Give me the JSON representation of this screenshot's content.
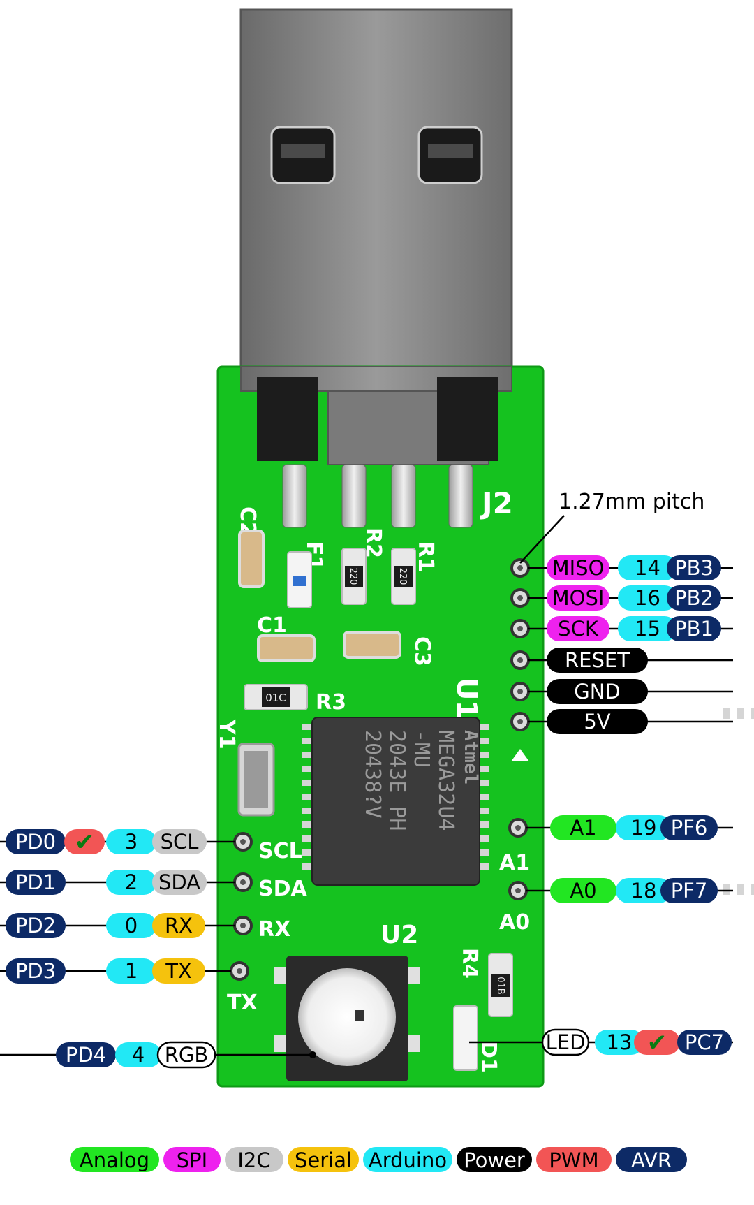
{
  "colors": {
    "analog": "#22e622",
    "spi": "#ee22ee",
    "i2c": "#c8c8c8",
    "serial": "#f5c20d",
    "arduino": "#22e8f5",
    "power": "#000000",
    "pwm": "#f25555",
    "avr": "#0d2a66",
    "pcb": "#15c21f",
    "silkscreen": "#ffffff",
    "usb_metal": "#8a8a8a"
  },
  "pitch_note": "1.27mm pitch",
  "silkscreen": {
    "C2": "C2",
    "F1": "F1",
    "R2": "R2",
    "R1": "R1",
    "J2": "J2",
    "C1": "C1",
    "C3": "C3",
    "R3": "R3",
    "Y1": "Y1",
    "U1": "U1",
    "U2": "U2",
    "R4": "R4",
    "D1": "D1",
    "SCL": "SCL",
    "SDA": "SDA",
    "RX": "RX",
    "TX": "TX",
    "A1": "A1",
    "A0": "A0"
  },
  "chip_text": {
    "line1": "MEGA32U4",
    "line2": "-MU",
    "line3": "2043E  PH",
    "line4": "20438?V",
    "brand": "Atmel"
  },
  "resistor_codes": {
    "R2": "220",
    "R1": "220",
    "R3": "01C",
    "R4": "01B"
  },
  "right_top_pins": [
    {
      "func": "MISO",
      "func_type": "spi",
      "num": "14",
      "avr": "PB3"
    },
    {
      "func": "MOSI",
      "func_type": "spi",
      "num": "16",
      "avr": "PB2"
    },
    {
      "func": "SCK",
      "func_type": "spi",
      "num": "15",
      "avr": "PB1"
    },
    {
      "func": "RESET",
      "func_type": "power",
      "num": "",
      "avr": ""
    },
    {
      "func": "GND",
      "func_type": "power",
      "num": "",
      "avr": ""
    },
    {
      "func": "5V",
      "func_type": "power",
      "num": "",
      "avr": ""
    }
  ],
  "right_analog_pins": [
    {
      "func": "A1",
      "num": "19",
      "avr": "PF6"
    },
    {
      "func": "A0",
      "num": "18",
      "avr": "PF7"
    }
  ],
  "led_pin": {
    "func": "LED",
    "num": "13",
    "pwm": "✔",
    "avr": "PC7"
  },
  "left_pins": [
    {
      "avr": "PD0",
      "pwm": "✔",
      "num": "3",
      "func": "SCL",
      "func_type": "i2c"
    },
    {
      "avr": "PD1",
      "pwm": "",
      "num": "2",
      "func": "SDA",
      "func_type": "i2c"
    },
    {
      "avr": "PD2",
      "pwm": "",
      "num": "0",
      "func": "RX",
      "func_type": "serial"
    },
    {
      "avr": "PD3",
      "pwm": "",
      "num": "1",
      "func": "TX",
      "func_type": "serial"
    }
  ],
  "rgb_pin": {
    "avr": "PD4",
    "num": "4",
    "func": "RGB"
  },
  "legend": [
    {
      "label": "Analog",
      "type": "analog"
    },
    {
      "label": "SPI",
      "type": "spi"
    },
    {
      "label": "I2C",
      "type": "i2c"
    },
    {
      "label": "Serial",
      "type": "serial"
    },
    {
      "label": "Arduino",
      "type": "arduino"
    },
    {
      "label": "Power",
      "type": "power"
    },
    {
      "label": "PWM",
      "type": "pwm"
    },
    {
      "label": "AVR",
      "type": "avr"
    }
  ]
}
